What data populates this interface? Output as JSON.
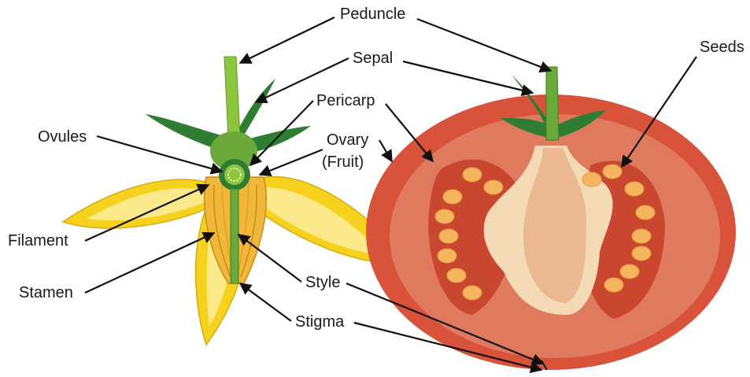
{
  "labels": {
    "peduncle": "Peduncle",
    "sepal": "Sepal",
    "pericarp": "Pericarp",
    "seeds": "Seeds",
    "ovules": "Ovules",
    "ovary_line1": "Ovary",
    "ovary_line2": "(Fruit)",
    "filament": "Filament",
    "stamen": "Stamen",
    "style": "Style",
    "stigma": "Stigma"
  },
  "colors": {
    "petal": "#f6d21e",
    "petal_light": "#fbe98a",
    "stem_green": "#6aa93a",
    "sepal_dark": "#2f7d32",
    "sepal_light": "#8cc63f",
    "tomato_outer": "#d8533a",
    "tomato_flesh": "#e07a5f",
    "pulp": "#f3d9b4",
    "seed": "#f5b55e",
    "locule": "#c9472e"
  }
}
